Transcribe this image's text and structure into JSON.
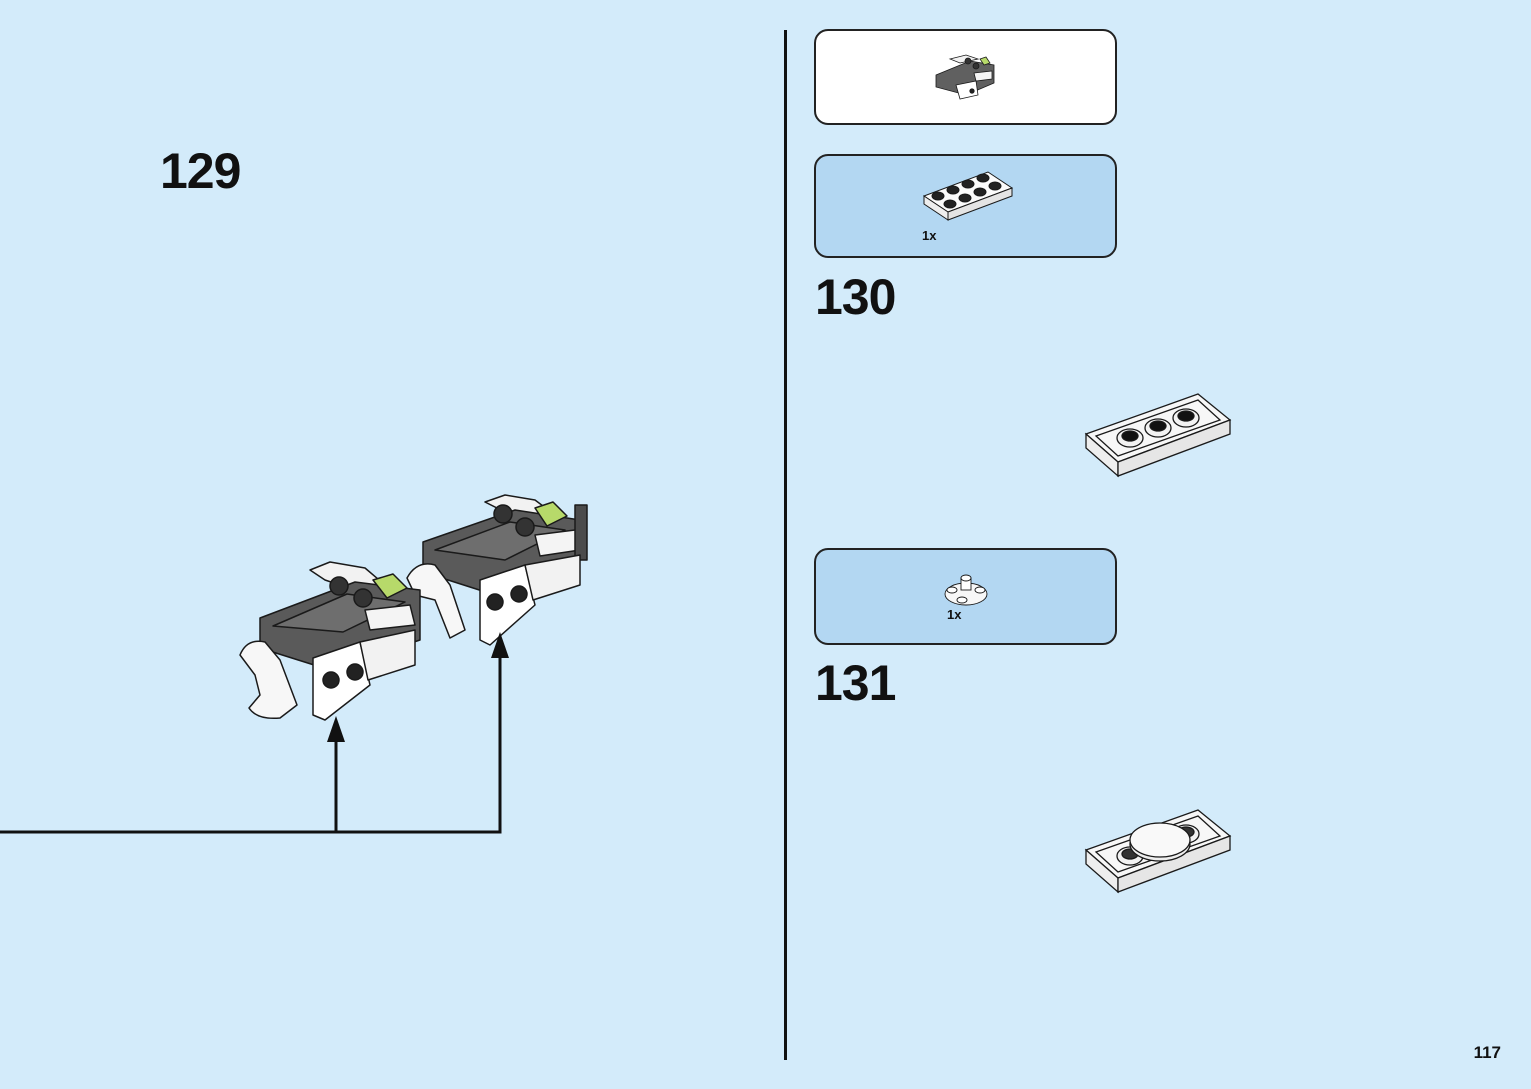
{
  "page": {
    "page_number": "117",
    "background_color": "#d3ebfa",
    "panel_color": "#b3d7f2"
  },
  "steps": [
    {
      "number": "129",
      "illustration": "two dark-grey sub-assemblies with trans-green slopes and white claw clips joined together",
      "arrows": 2
    },
    {
      "number": "130",
      "subassembly_callout": "small sub-assembly preview",
      "parts": [
        {
          "name": "plate 2x4 white",
          "quantity": "1x"
        }
      ],
      "illustration": "white 1x3 jumper tile plate with three open studs"
    },
    {
      "number": "131",
      "parts": [
        {
          "name": "round plate 2x2 with center stud white",
          "quantity": "1x"
        }
      ],
      "illustration": "white round dome attached on 1x3 plate"
    }
  ]
}
